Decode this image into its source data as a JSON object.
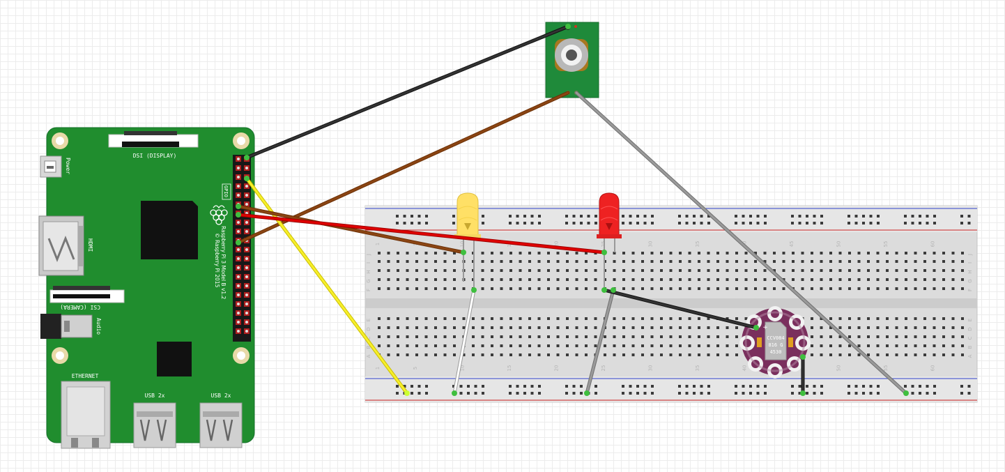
{
  "raspberry_pi": {
    "power_label": "Power",
    "dsi_label": "DSI (DISPLAY)",
    "hdmi_label": "HDMI",
    "csi_label": "CSI (CAMERA)",
    "audio_label": "Audio",
    "ethernet_label": "ETHERNET",
    "usb1_label": "USB 2x",
    "usb2_label": "USB 2x",
    "gpio_label": "GPIO",
    "model_label": "Raspberry Pi 3 Model B v1.2",
    "copyright_label": "© Raspberry Pi 2015"
  },
  "breadboard": {
    "column_numbers": [
      "1",
      "5",
      "10",
      "15",
      "20",
      "25",
      "30",
      "35",
      "40",
      "45",
      "50",
      "55",
      "60"
    ],
    "row_letters_top": [
      "J",
      "I",
      "H",
      "G",
      "F"
    ],
    "row_letters_bottom": [
      "E",
      "D",
      "C",
      "B",
      "A"
    ]
  },
  "sensor_chip": {
    "line1": "CCV084",
    "line2": "816 G",
    "line3": "4530",
    "plus_label": "+",
    "minus_label": "−"
  },
  "colors": {
    "pi_board": "#208d2e",
    "wire_black": "#222222",
    "wire_brown": "#7b3a07",
    "wire_red": "#dd0000",
    "wire_yellow": "#f0e400",
    "wire_gray": "#888888",
    "wire_white": "#ffffff",
    "led_yellow": "#ffe066",
    "led_red": "#ee2222",
    "sensor_board": "#7a2f5d",
    "pir_board": "#1f8a3a"
  }
}
